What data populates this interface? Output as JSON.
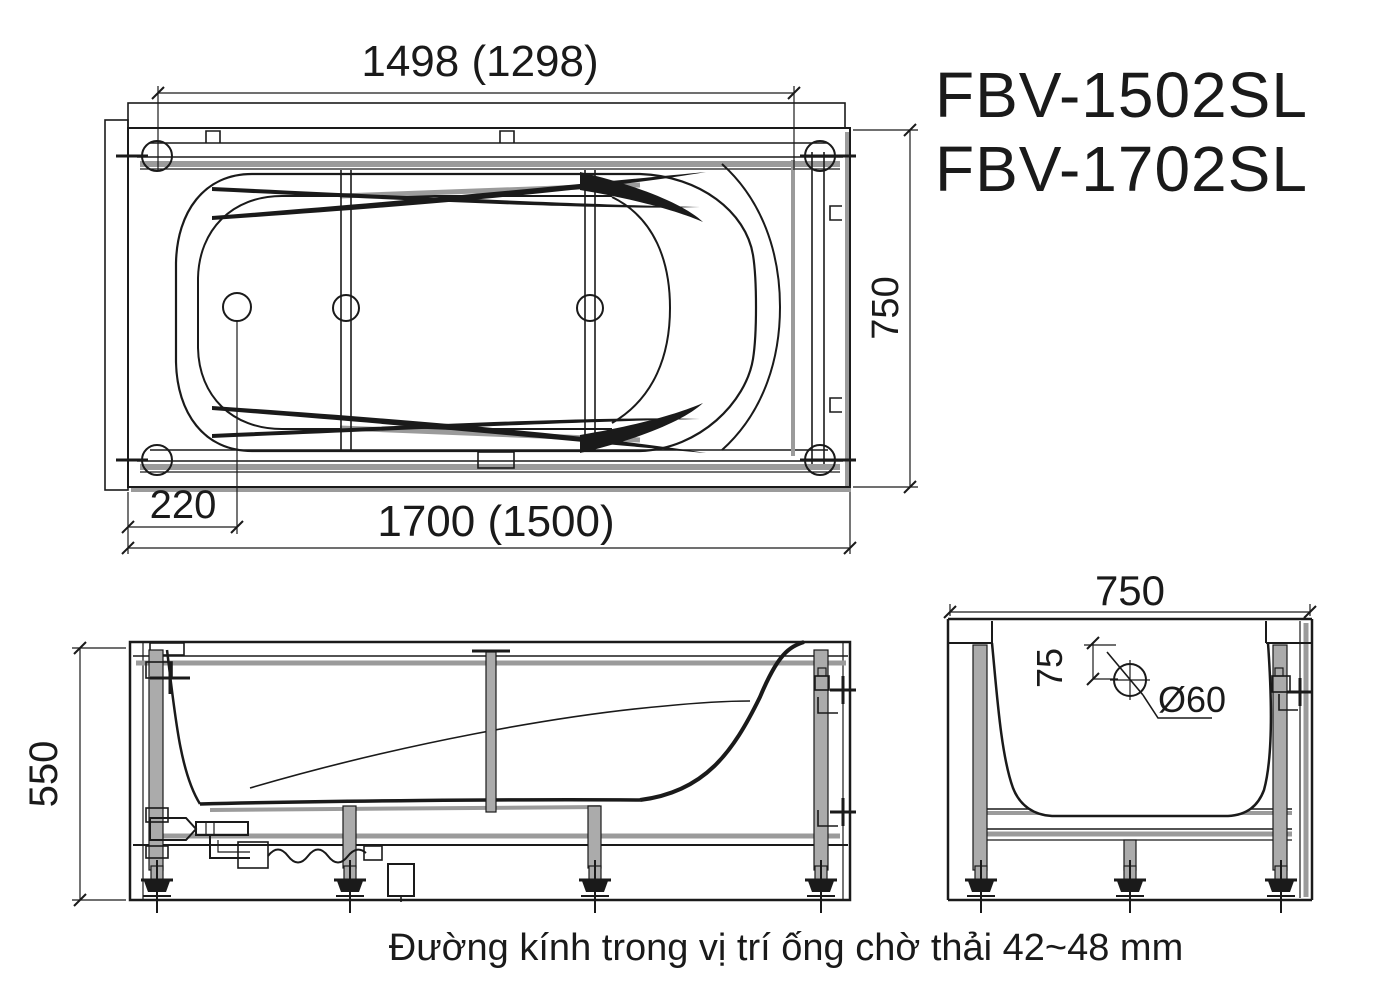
{
  "models": {
    "model_1": "FBV-1502SL",
    "model_2": "FBV-1702SL"
  },
  "plan_view": {
    "dim_inner_length": "1498 (1298)",
    "dim_width": "750",
    "dim_outer_length": "1700 (1500)",
    "dim_drain_offset": "220"
  },
  "side_view": {
    "dim_height": "550"
  },
  "end_view": {
    "dim_width": "750",
    "dim_drain_depth": "75",
    "dim_drain_diameter": "Ø60"
  },
  "caption": "Đường kính trong vị trí ống chờ thải 42~48 mm",
  "colors": {
    "line": "#1a1a1a",
    "gray": "#9b9b9b",
    "background": "#ffffff"
  }
}
